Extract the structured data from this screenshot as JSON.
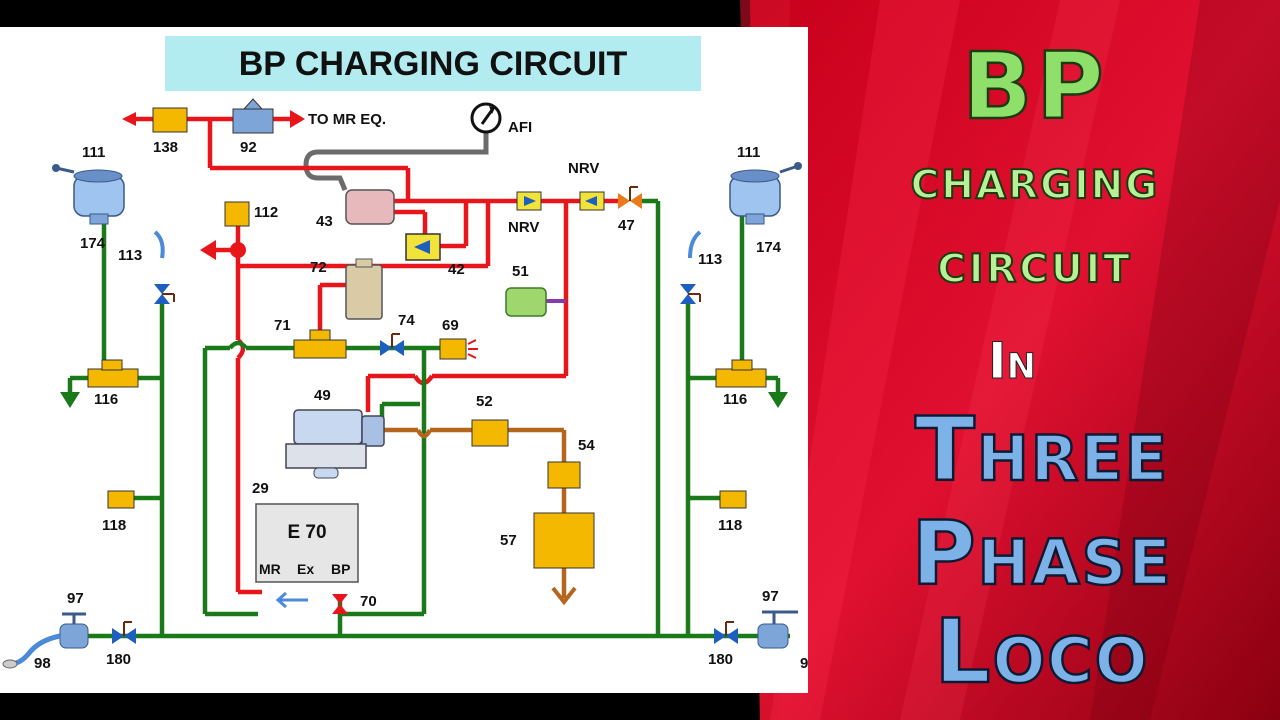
{
  "colors": {
    "pipe_red": "#e8151b",
    "pipe_green": "#1a7a1a",
    "pipe_grey": "#6b6b6b",
    "pipe_brown": "#b5651d",
    "valve_orange": "#f5b800",
    "valve_blue": "#1d5fbf",
    "title_box": "#b2ecf0",
    "accent_green": "#8ee06a",
    "accent_blue": "#7db2e8"
  },
  "diagram": {
    "title": "BP CHARGING CIRCUIT",
    "labels": {
      "to_mr": "TO MR EQ.",
      "afi": "AFI",
      "n111_left": "111",
      "n111_right": "111",
      "n138": "138",
      "n92": "92",
      "n174_left": "174",
      "n174_right": "174",
      "n113_left": "113",
      "n113_right": "113",
      "n112": "112",
      "n43": "43",
      "n42": "42",
      "nrv_a": "NRV",
      "nrv_b": "NRV",
      "n47": "47",
      "n72": "72",
      "n51": "51",
      "n71": "71",
      "n74": "74",
      "n69": "69",
      "n116_left": "116",
      "n116_right": "116",
      "n49": "49",
      "n52": "52",
      "n54": "54",
      "n118_left": "118",
      "n118_right": "118",
      "n29": "29",
      "e70": "E 70",
      "mr": "MR",
      "ex": "Ex",
      "bp": "BP",
      "n70": "70",
      "n57": "57",
      "n97_left": "97",
      "n97_right": "97",
      "n98": "98",
      "n180_left": "180",
      "n180_right": "180",
      "n9": "9"
    }
  },
  "banner": {
    "line1": "BP",
    "line2": "charging",
    "line3": "circuit",
    "line4": "In",
    "line5": "Three",
    "line6": "Phase",
    "line7": "Loco"
  }
}
